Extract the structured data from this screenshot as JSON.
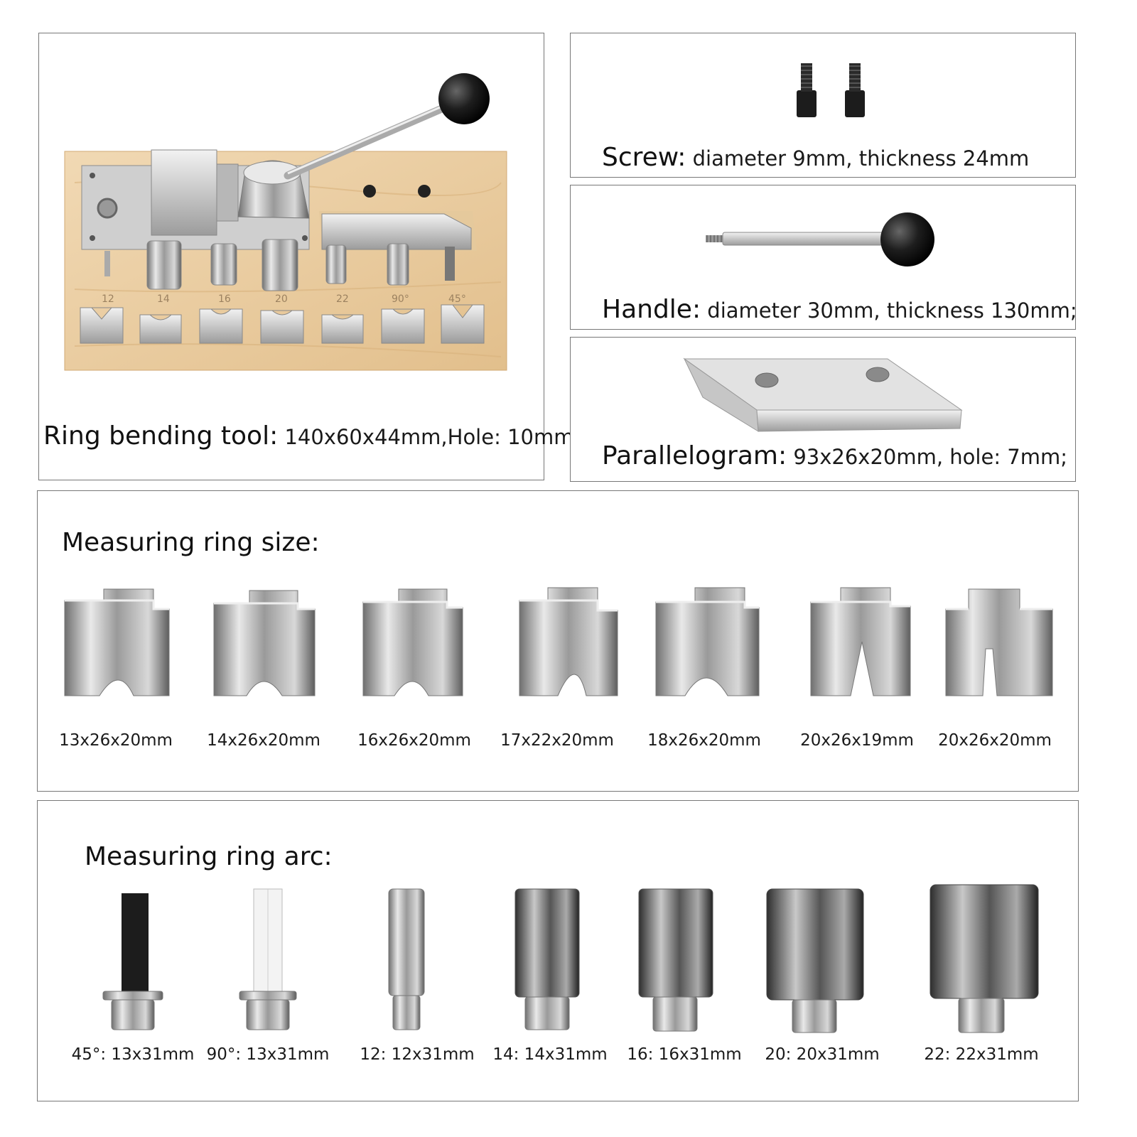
{
  "ring_tool": {
    "label": "Ring bending tool:",
    "spec": "140x60x44mm,Hole: 10mm"
  },
  "board_marks": [
    "12",
    "14",
    "16",
    "20",
    "22",
    "90°",
    "45°"
  ],
  "screw": {
    "label": "Screw:",
    "spec": "diameter 9mm, thickness 24mm"
  },
  "handle": {
    "label": "Handle:",
    "spec": "diameter 30mm, thickness 130mm;"
  },
  "parallelogram": {
    "label": "Parallelogram:",
    "spec": "93x26x20mm, hole: 7mm;"
  },
  "ring_size": {
    "title": "Measuring ring size:",
    "items": [
      "13x26x20mm",
      "14x26x20mm",
      "16x26x20mm",
      "17x22x20mm",
      "18x26x20mm",
      "20x26x19mm",
      "20x26x20mm"
    ]
  },
  "ring_arc": {
    "title": "Measuring ring arc:",
    "items": [
      "45°: 13x31mm",
      "90°: 13x31mm",
      "12: 12x31mm",
      "14: 14x31mm",
      "16: 16x31mm",
      "20: 20x31mm",
      "22: 22x31mm"
    ]
  }
}
